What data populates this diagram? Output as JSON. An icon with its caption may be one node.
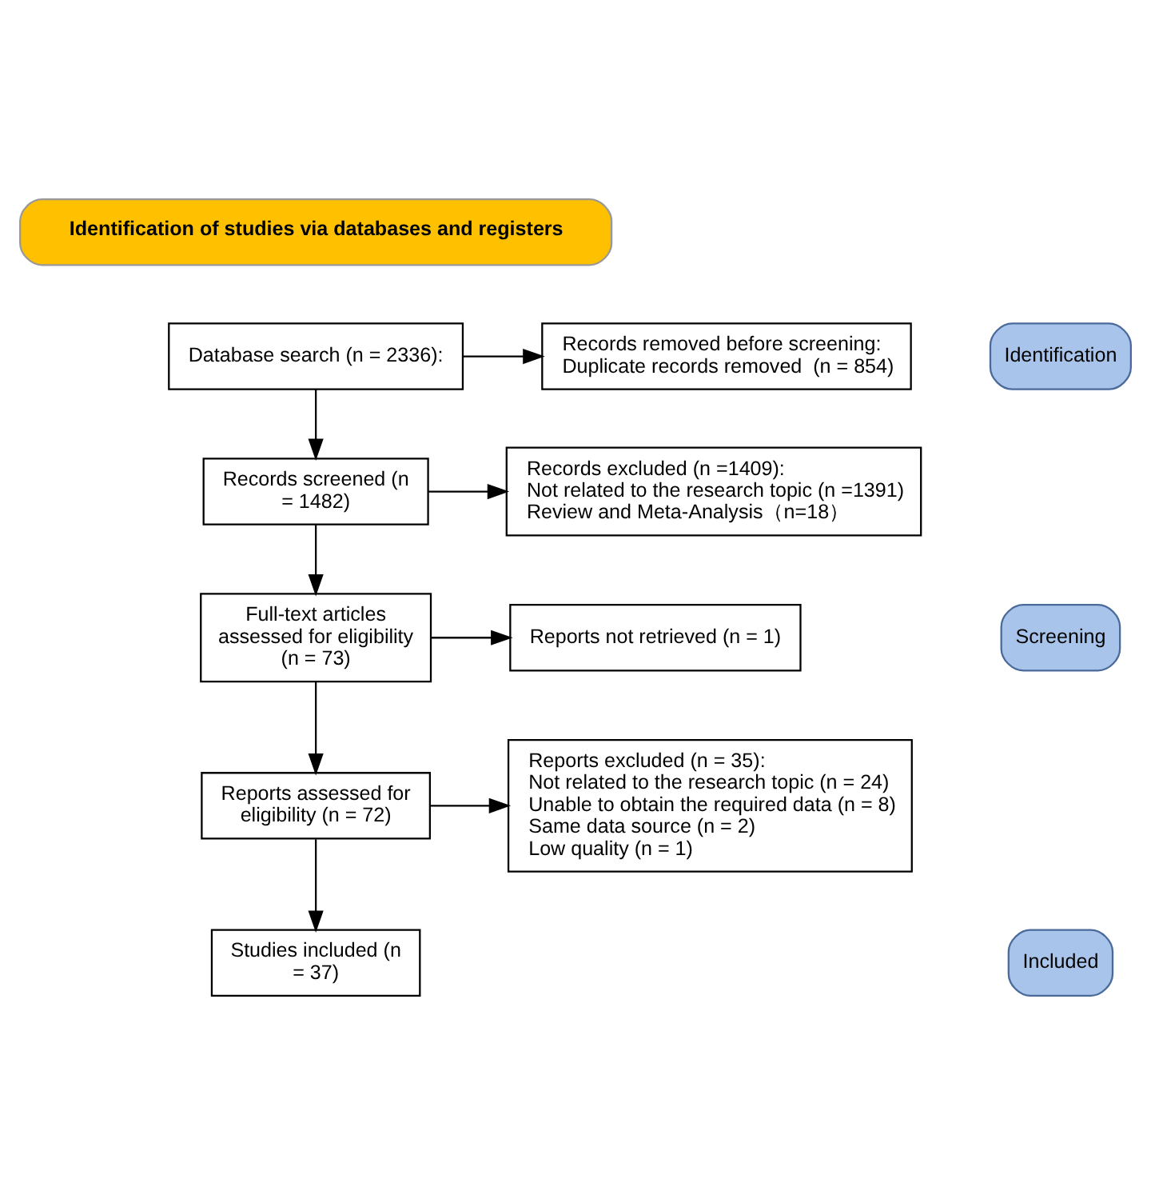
{
  "diagram": {
    "nodes": [
      {
        "text": [
          "Identification of studies via databases and registers"
        ]
      },
      {
        "text": [
          "Identification"
        ]
      },
      {
        "text": [
          "Database search (n = 2336):"
        ]
      },
      {
        "text": [
          "Records removed before screening:",
          "Duplicate records removed  (n = 854)"
        ]
      },
      {
        "text": [
          "Screening"
        ]
      },
      {
        "text": [
          "Records screened (n = 1482)"
        ]
      },
      {
        "text": [
          "Records excluded (n =1409):",
          "Not related to the research topic (n =1391)",
          "Review and Meta-Analysis（n=18）"
        ]
      },
      {
        "text": [
          "Full-text articles assessed for eligibility (n = 73)"
        ]
      },
      {
        "text": [
          "Reports not retrieved (n = 1)"
        ]
      },
      {
        "text": [
          "Reports assessed for eligibility (n = 72)"
        ]
      },
      {
        "text": [
          "Reports excluded (n = 35):",
          "Not related to the research topic (n = 24)",
          "Unable to obtain the required data (n = 8)",
          "Same data source (n = 2)",
          "Low quality (n = 1)"
        ]
      },
      {
        "text": [
          "Included"
        ]
      },
      {
        "text": [
          "Studies included (n = 37)"
        ]
      }
    ],
    "edges": [
      {
        "from": 2,
        "to": 3,
        "arrow": "to"
      },
      {
        "from": 2,
        "to": 5,
        "arrow": "to"
      },
      {
        "from": 5,
        "to": 6,
        "arrow": "to"
      },
      {
        "from": 5,
        "to": 7,
        "arrow": "to"
      },
      {
        "from": 7,
        "to": 8,
        "arrow": "to"
      },
      {
        "from": 7,
        "to": 9,
        "arrow": "to"
      },
      {
        "from": 9,
        "to": 10,
        "arrow": "to"
      },
      {
        "from": 9,
        "to": 12,
        "arrow": "to"
      }
    ]
  }
}
